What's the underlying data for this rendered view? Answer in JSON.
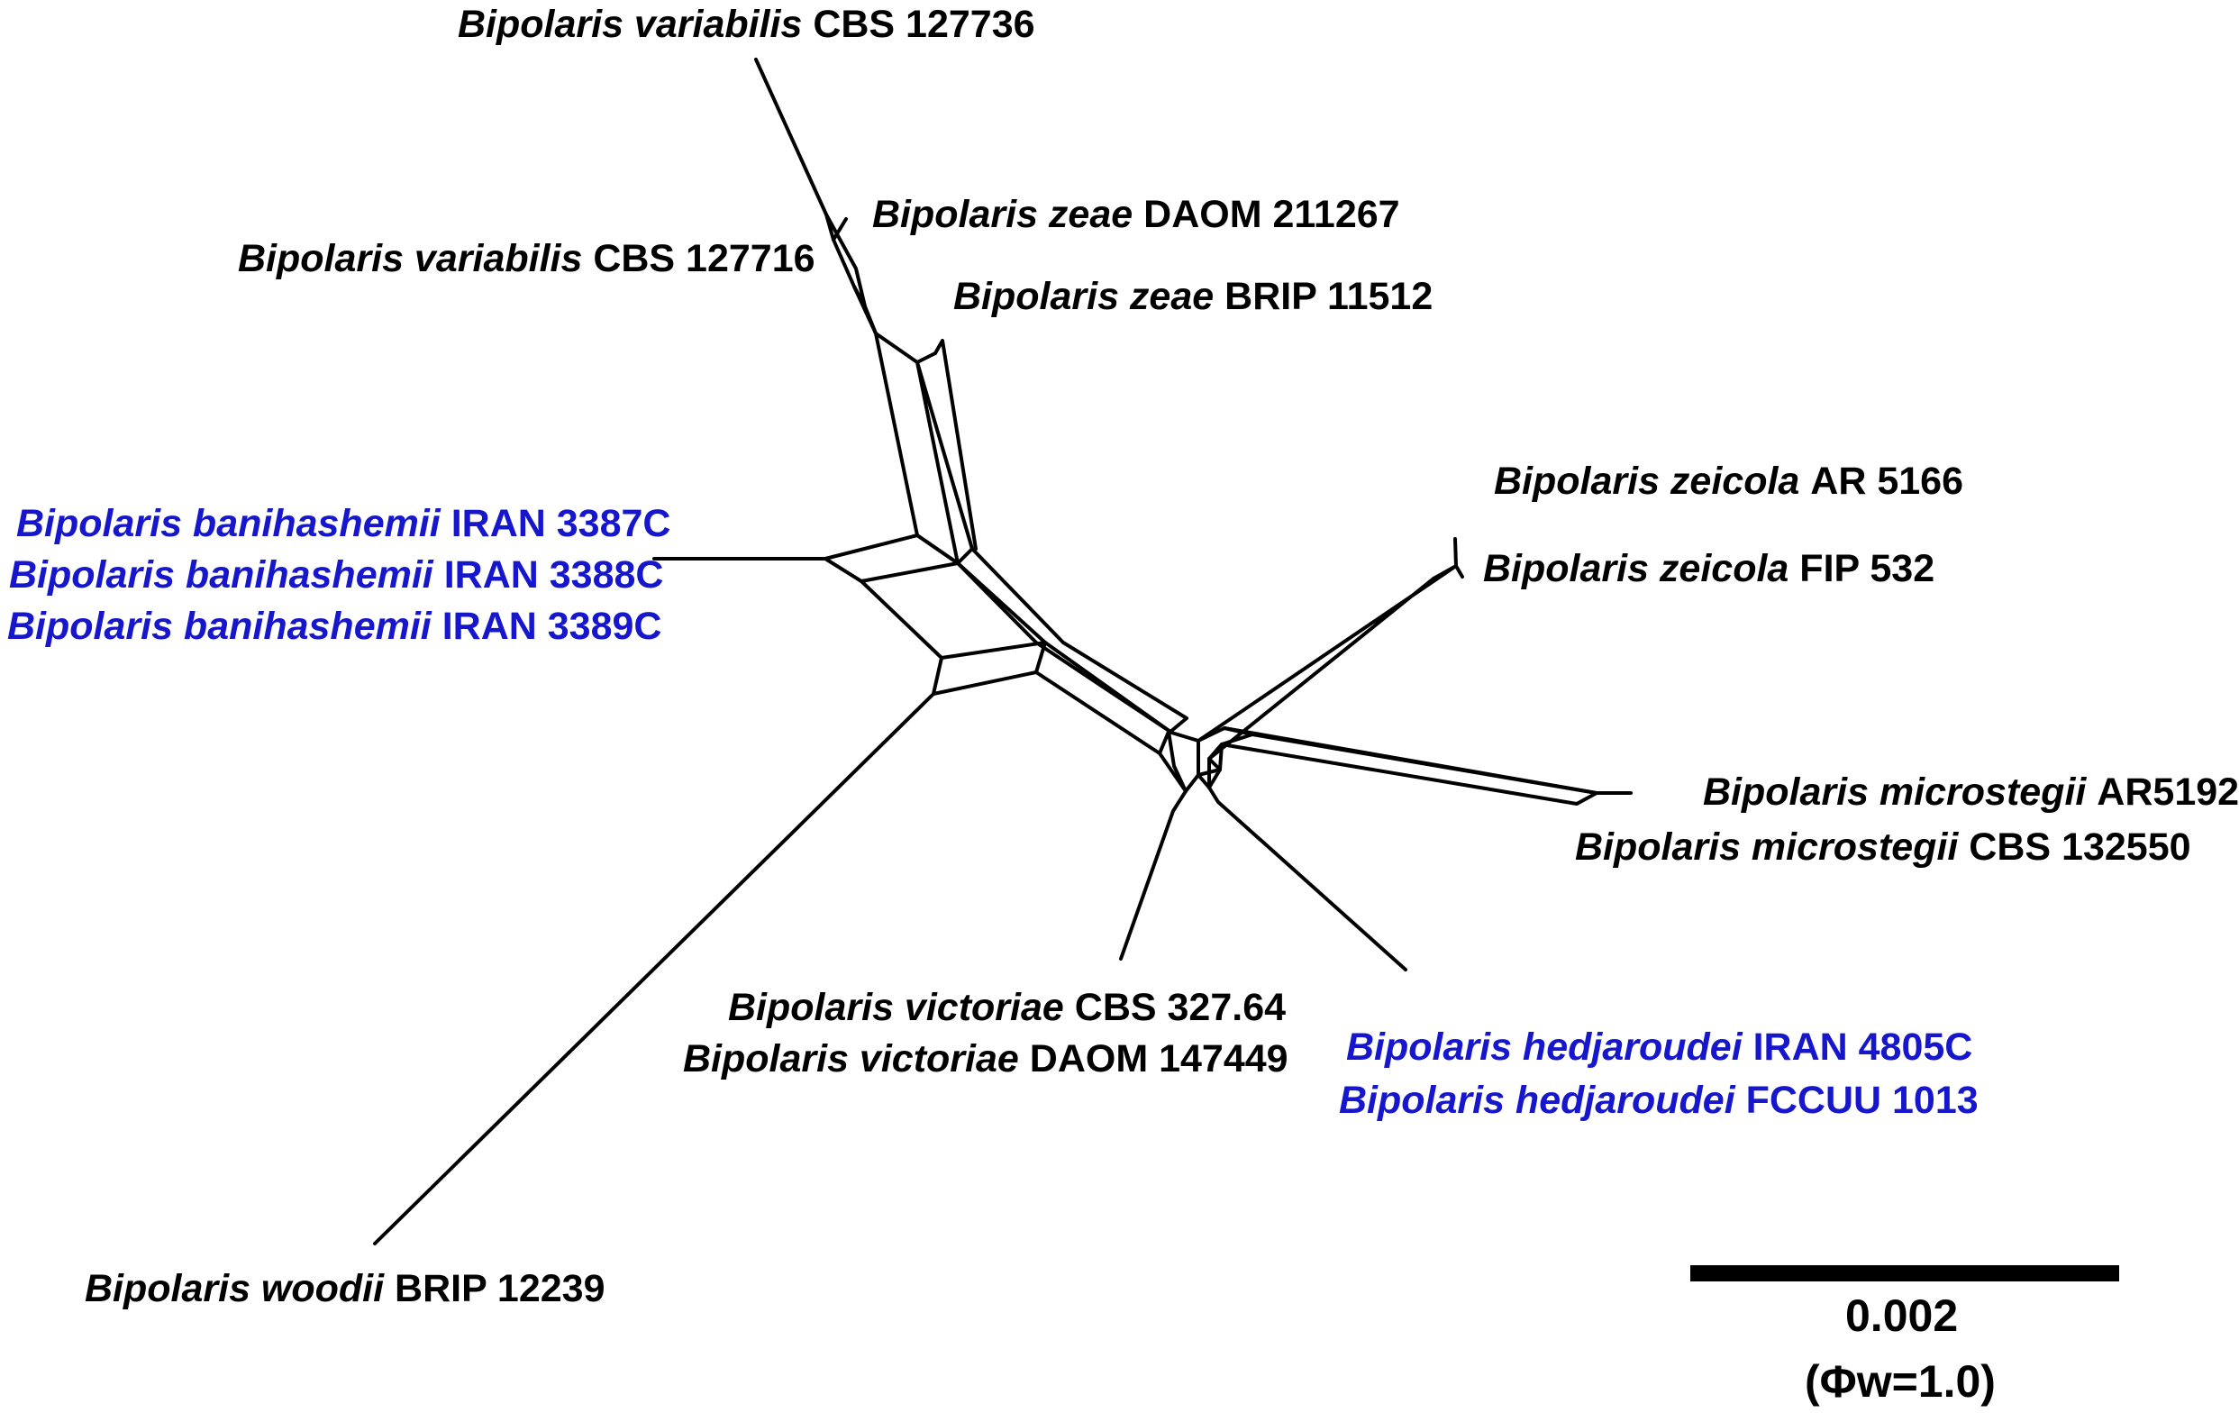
{
  "colors": {
    "text": "#000000",
    "highlight": "#1616cc",
    "edge": "#000000"
  },
  "labels": {
    "var736": {
      "genus": "Bipolaris variabilis",
      "strain": "CBS 127736",
      "highlight": false
    },
    "zea267": {
      "genus": "Bipolaris zeae",
      "strain": "DAOM 211267",
      "highlight": false
    },
    "var716": {
      "genus": "Bipolaris variabilis",
      "strain": "CBS 127716",
      "highlight": false
    },
    "zea512": {
      "genus": "Bipolaris zeae",
      "strain": "BRIP 11512",
      "highlight": false
    },
    "zei5166": {
      "genus": "Bipolaris zeicola",
      "strain": "AR 5166",
      "highlight": false
    },
    "zei532": {
      "genus": "Bipolaris zeicola",
      "strain": "FIP 532",
      "highlight": false
    },
    "ban3387": {
      "genus": "Bipolaris banihashemii",
      "strain": "IRAN 3387C",
      "highlight": true
    },
    "ban3388": {
      "genus": "Bipolaris banihashemii",
      "strain": "IRAN 3388C",
      "highlight": true
    },
    "ban3389": {
      "genus": "Bipolaris banihashemii",
      "strain": "IRAN 3389C",
      "highlight": true
    },
    "mic5192": {
      "genus": "Bipolaris microstegii",
      "strain": "AR5192",
      "highlight": false
    },
    "mic550": {
      "genus": "Bipolaris microstegii",
      "strain": "CBS 132550",
      "highlight": false
    },
    "vic764": {
      "genus": "Bipolaris victoriae",
      "strain": "CBS 327.64",
      "highlight": false
    },
    "vic449": {
      "genus": "Bipolaris victoriae",
      "strain": "DAOM 147449",
      "highlight": false
    },
    "hed4805": {
      "genus": "Bipolaris hedjaroudei",
      "strain": "IRAN 4805C",
      "highlight": true
    },
    "hed1013": {
      "genus": "Bipolaris hedjaroudei",
      "strain": "FCCUU 1013",
      "highlight": true
    },
    "woo239": {
      "genus": "Bipolaris woodii",
      "strain": "BRIP 12239",
      "highlight": false
    }
  },
  "scale_bar": {
    "value": "0.002",
    "note": "(Φw=1.0)"
  }
}
